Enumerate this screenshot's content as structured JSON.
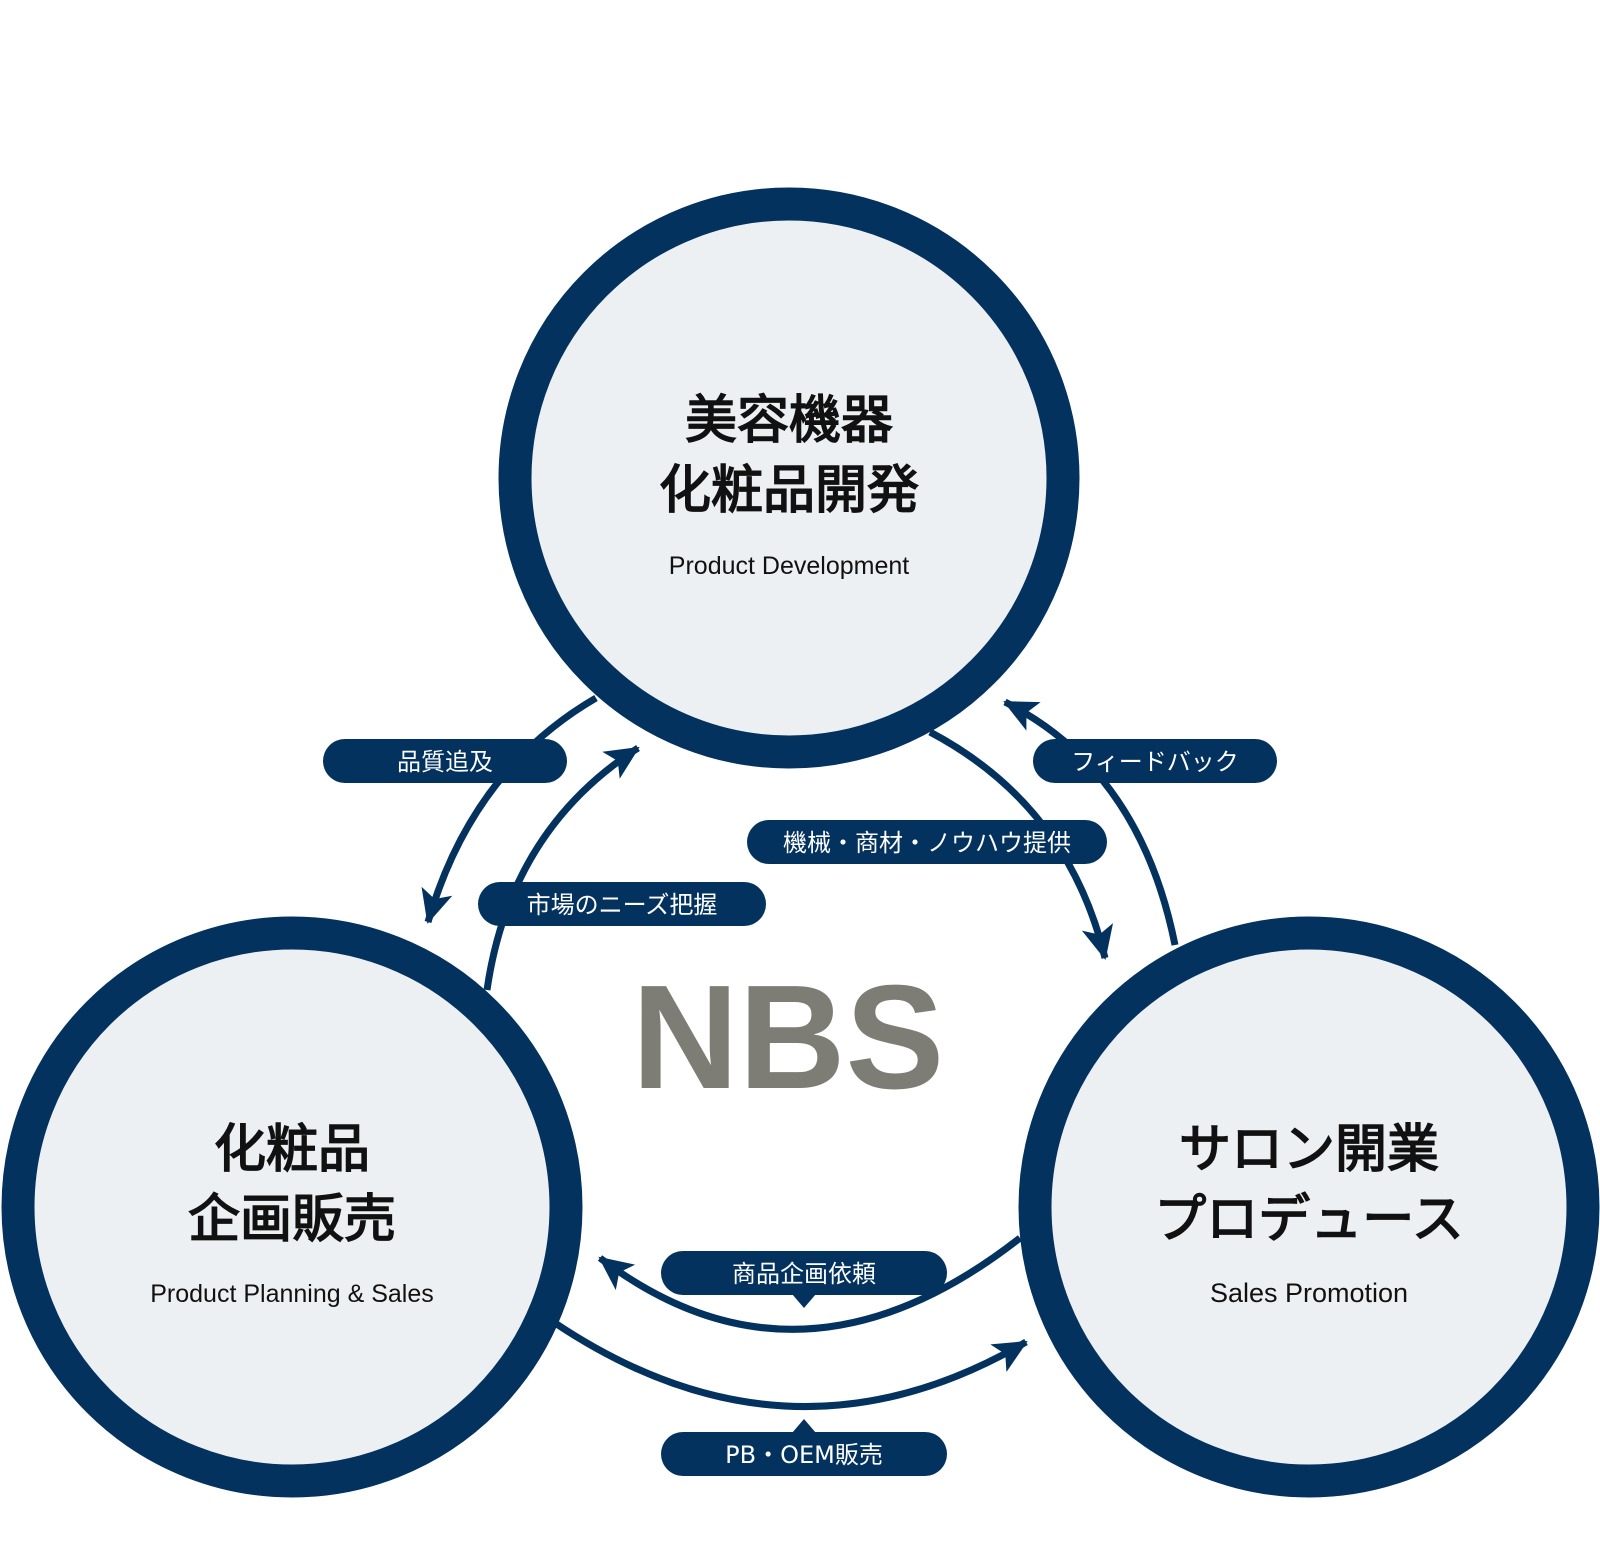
{
  "colors": {
    "navy": "#04325f",
    "circle_fill": "#edf0f3",
    "brand_gray": "#7d7d76",
    "text": "#111111",
    "pill_text": "#ffffff"
  },
  "center": {
    "label": "NBS"
  },
  "nodes": {
    "top": {
      "line1": "美容機器",
      "line2": "化粧品開発",
      "en": "Product Development"
    },
    "left": {
      "line1": "化粧品",
      "line2": "企画販売",
      "en": "Product Planning & Sales"
    },
    "right": {
      "line1": "サロン開業",
      "line2": "プロデュース",
      "en": "Sales Promotion"
    }
  },
  "pills": {
    "quality": "品質追及",
    "feedback": "フィードバック",
    "provide": "機械・商材・ノウハウ提供",
    "needs": "市場のニーズ把握",
    "request": "商品企画依頼",
    "pb_oem": "PB・OEM販売"
  }
}
